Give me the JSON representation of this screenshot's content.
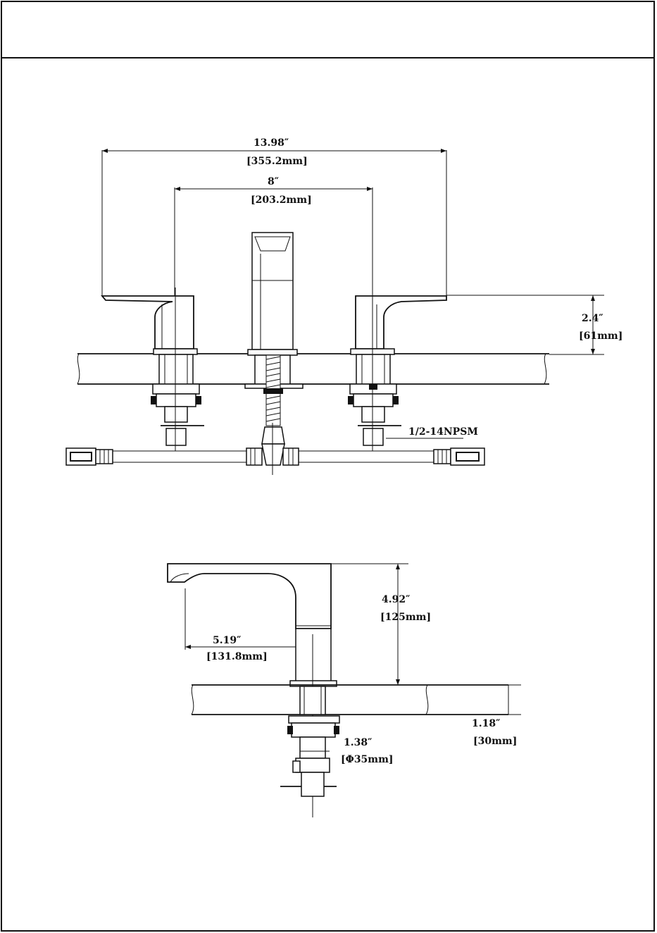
{
  "header": {
    "title": ""
  },
  "front_view": {
    "overall_width": {
      "inch": "13.98″",
      "mm": "[355.2mm]"
    },
    "center_spread": {
      "inch": "8″",
      "mm": "[203.2mm]"
    },
    "handle_height": {
      "inch": "2.4″",
      "mm": "[61mm]"
    },
    "connection": "1/2-14NPSM"
  },
  "side_view": {
    "spout_height": {
      "inch": "4.92″",
      "mm": "[125mm]"
    },
    "spout_reach": {
      "inch": "5.19″",
      "mm": "[131.8mm]"
    },
    "hole_diameter": {
      "inch": "1.38″",
      "mm": "[Φ35mm]"
    },
    "deck_thickness": {
      "inch": "1.18″",
      "mm": "[30mm]"
    }
  }
}
